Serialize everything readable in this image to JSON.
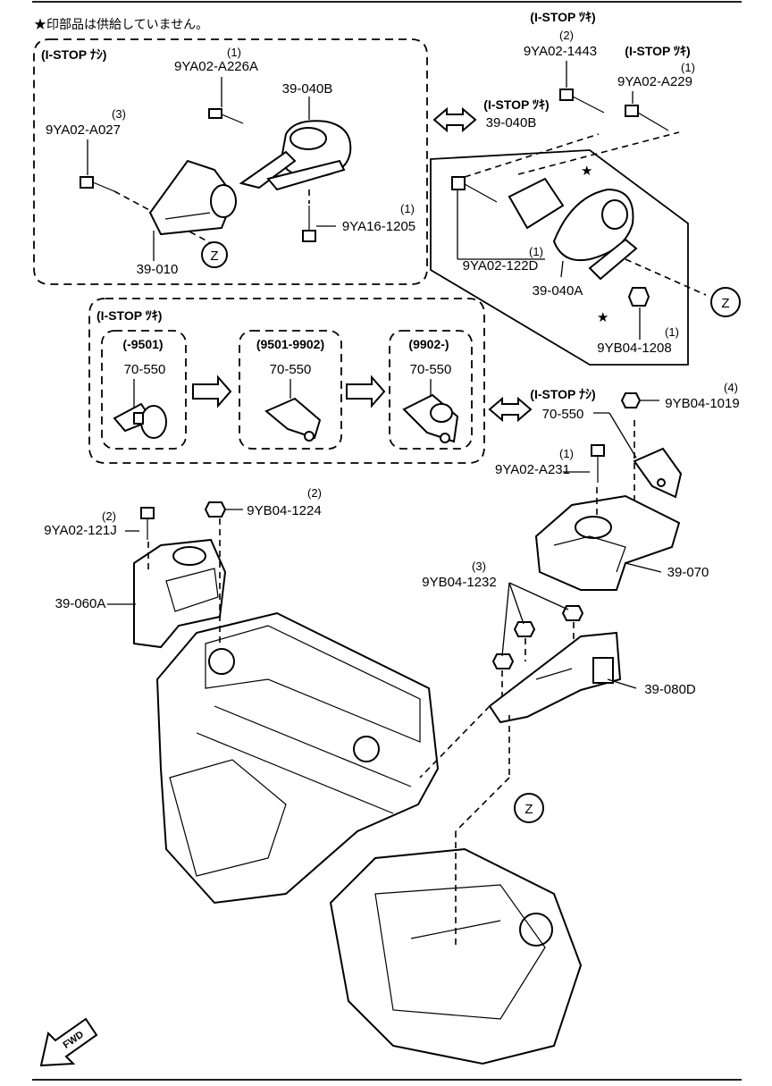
{
  "note": {
    "text": "★印部品は供給していません。"
  },
  "groups": {
    "istop_nashi_top": "(I-STOP ﾅｼ)",
    "istop_tsuki_top": "(I-STOP ﾂｷ)",
    "istop_tsuki_panel": "(I-STOP ﾂｷ)",
    "istop_tsuki_mid": "(I-STOP ﾂｷ)",
    "istop_tsuki_right": "(I-STOP ﾂｷ)",
    "istop_nashi_right": "(I-STOP ﾅｼ)"
  },
  "parts": {
    "p_9ya02_a226a": {
      "code": "9YA02-A226A",
      "qty": "(1)"
    },
    "p_39_040b_left": {
      "code": "39-040B"
    },
    "p_9ya02_a027": {
      "code": "9YA02-A027",
      "qty": "(3)"
    },
    "p_9ya16_1205": {
      "code": "9YA16-1205",
      "qty": "(1)"
    },
    "p_39_010": {
      "code": "39-010"
    },
    "p_9ya02_1443": {
      "code": "9YA02-1443",
      "qty": "(2)"
    },
    "p_9ya02_a229": {
      "code": "9YA02-A229",
      "qty": "(1)"
    },
    "p_39_040b_right": {
      "code": "39-040B"
    },
    "p_9ya02_122d": {
      "code": "9YA02-122D",
      "qty": "(1)"
    },
    "p_39_040a": {
      "code": "39-040A"
    },
    "p_9yb04_1208": {
      "code": "9YB04-1208",
      "qty": "(1)"
    },
    "p_70_550_a": {
      "code": "70-550",
      "range": "(-9501)"
    },
    "p_70_550_b": {
      "code": "70-550",
      "range": "(9501-9902)"
    },
    "p_70_550_c": {
      "code": "70-550",
      "range": "(9902-)"
    },
    "p_70_550_d": {
      "code": "70-550"
    },
    "p_9yb04_1019": {
      "code": "9YB04-1019",
      "qty": "(4)"
    },
    "p_9ya02_a231": {
      "code": "9YA02-A231",
      "qty": "(1)"
    },
    "p_9yb04_1224": {
      "code": "9YB04-1224",
      "qty": "(2)"
    },
    "p_9ya02_121j": {
      "code": "9YA02-121J",
      "qty": "(2)"
    },
    "p_39_060a": {
      "code": "39-060A"
    },
    "p_39_070": {
      "code": "39-070"
    },
    "p_9yb04_1232": {
      "code": "9YB04-1232",
      "qty": "(3)"
    },
    "p_39_080d": {
      "code": "39-080D"
    }
  },
  "markers": {
    "z": "Z",
    "fwd": "FWD"
  }
}
